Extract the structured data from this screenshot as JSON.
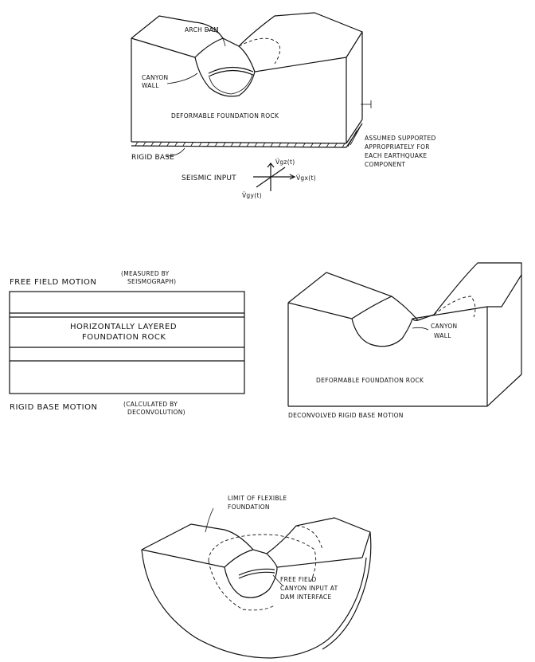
{
  "diagram1": {
    "arch_dam": "ARCH DAM",
    "canyon_wall_1": "CANYON",
    "canyon_wall_2": "WALL",
    "foundation": "DEFORMABLE FOUNDATION ROCK",
    "rigid_base": "RIGID BASE",
    "assumed_1": "ASSUMED SUPPORTED",
    "assumed_2": "APPROPRIATELY FOR",
    "assumed_3": "EACH EARTHQUAKE",
    "assumed_4": "COMPONENT",
    "seismic_input": "SEISMIC INPUT",
    "vgz": "V̈gz(t)",
    "vgx": "V̈gx(t)",
    "vgy": "V̈gy(t)"
  },
  "diagram2": {
    "free_field": "FREE FIELD MOTION",
    "measured_1": "(MEASURED BY",
    "measured_2": "SEISMOGRAPH)",
    "layered_1": "HORIZONTALLY LAYERED",
    "layered_2": "FOUNDATION ROCK",
    "rigid_base_motion": "RIGID BASE MOTION",
    "calculated_1": "(CALCULATED BY",
    "calculated_2": "DECONVOLUTION)"
  },
  "diagram3": {
    "canyon_1": "CANYON",
    "canyon_2": "WALL",
    "foundation": "DEFORMABLE FOUNDATION ROCK",
    "deconvolved": "DECONVOLVED RIGID BASE MOTION"
  },
  "diagram4": {
    "limit_1": "LIMIT OF FLEXIBLE",
    "limit_2": "FOUNDATION",
    "free_field_1": "FREE FIELD",
    "free_field_2": "CANYON INPUT AT",
    "free_field_3": "DAM INTERFACE"
  }
}
